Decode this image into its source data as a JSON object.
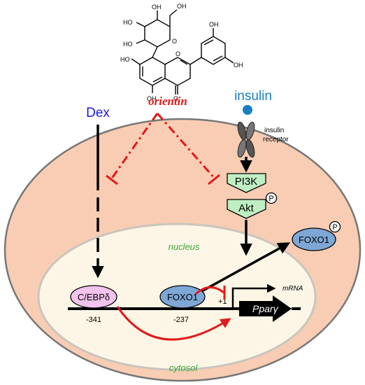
{
  "molecule": {
    "labels": {
      "oh_top": "OH",
      "ho_left_top": "HO",
      "ho_left_mid": "HO",
      "oh_sugar": "OH",
      "o_ring_sugar": "O",
      "ho_a_ring": "HO",
      "o_ring_c": "O",
      "oh_b_ring_top": "OH",
      "oh_b_ring_side": "OH",
      "oh_a_ring_bottom": "OH",
      "o_carbonyl": "O"
    }
  },
  "labels": {
    "orientin": "orientin",
    "dex": "Dex",
    "insulin": "insulin",
    "insulin_receptor_line1": "insulin",
    "insulin_receptor_line2": "receptor",
    "pi3k": "PI3K",
    "akt": "Akt",
    "phospho_akt": "P",
    "foxo1_out": "FOXO1",
    "phospho_foxo1": "P",
    "nucleus": "nucleus",
    "cytosol": "cytosol",
    "cebpd": "C/EBPδ",
    "foxo1_in": "FOXO1",
    "mrna": "mRNA",
    "plus_one": "+1",
    "pparg": "Pparγ",
    "pos_341": "-341",
    "pos_237": "-237"
  },
  "colors": {
    "cell_fill": "#f8cdb3",
    "cell_stroke": "#777777",
    "nucleus_fill": "#fdf6e6",
    "nucleus_stroke": "#c9c5bd",
    "inhibition_red": "#e01a1a",
    "dex_blue": "#1a1adb",
    "insulin_blue": "#1a7ec2",
    "kinase_green": "#bfeec3",
    "foxo_blue": "#7ea7d6",
    "cebp_pink": "#f2c3ec",
    "region_green": "#3aaa3a"
  }
}
